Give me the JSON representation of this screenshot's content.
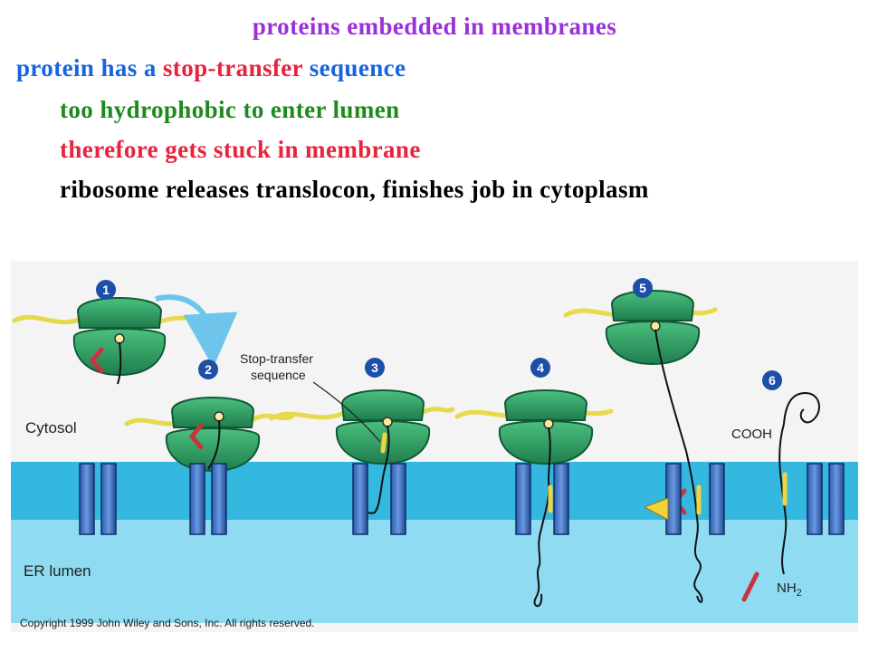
{
  "slide": {
    "title": "proteins embedded in membranes",
    "line1": {
      "part1": "protein has a ",
      "part2": "stop-transfer",
      "part3": " sequence"
    },
    "line2": "too hydrophobic to enter lumen",
    "line3": "therefore gets stuck in membrane",
    "line4": "ribosome releases translocon, finishes job in cytoplasm"
  },
  "figure": {
    "steps": [
      "1",
      "2",
      "3",
      "4",
      "5",
      "6"
    ],
    "label_cytosol": "Cytosol",
    "label_er_lumen": "ER lumen",
    "label_stop_transfer_1": "Stop-transfer",
    "label_stop_transfer_2": "sequence",
    "label_cooh": "COOH",
    "label_nh": "NH",
    "label_nh_sub": "2",
    "copyright": "Copyright 1999 John Wiley and Sons, Inc. All rights reserved."
  },
  "colors": {
    "title": "#9b30d9",
    "blue_text": "#1565e0",
    "red_text": "#e8233d",
    "green_text": "#1e8a1e",
    "membrane": "#35b8e0",
    "lumen": "#8fdcf2",
    "ribosome": "#2f9d63",
    "mrna": "#e8d84a"
  }
}
